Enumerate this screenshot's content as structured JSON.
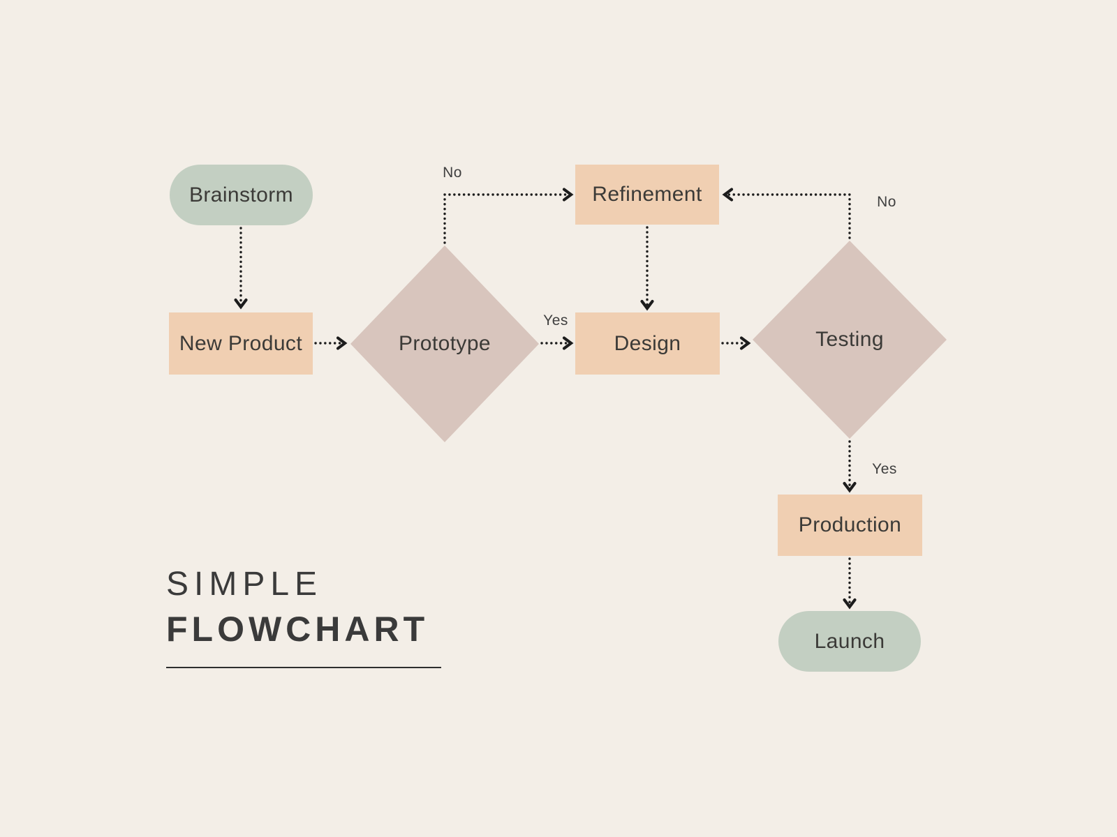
{
  "title": {
    "line1": "SIMPLE",
    "line2": "FLOWCHART"
  },
  "nodes": [
    {
      "id": "brainstorm",
      "type": "terminator",
      "label": "Brainstorm"
    },
    {
      "id": "new-product",
      "type": "process",
      "label": "New Product"
    },
    {
      "id": "prototype",
      "type": "decision",
      "label": "Prototype"
    },
    {
      "id": "refinement",
      "type": "process",
      "label": "Refinement"
    },
    {
      "id": "design",
      "type": "process",
      "label": "Design"
    },
    {
      "id": "testing",
      "type": "decision",
      "label": "Testing"
    },
    {
      "id": "production",
      "type": "process",
      "label": "Production"
    },
    {
      "id": "launch",
      "type": "terminator",
      "label": "Launch"
    }
  ],
  "edges": [
    {
      "from": "brainstorm",
      "to": "new-product",
      "label": ""
    },
    {
      "from": "new-product",
      "to": "prototype",
      "label": ""
    },
    {
      "from": "prototype",
      "to": "refinement",
      "label": "No"
    },
    {
      "from": "prototype",
      "to": "design",
      "label": "Yes"
    },
    {
      "from": "refinement",
      "to": "design",
      "label": ""
    },
    {
      "from": "design",
      "to": "testing",
      "label": ""
    },
    {
      "from": "testing",
      "to": "refinement",
      "label": "No"
    },
    {
      "from": "testing",
      "to": "production",
      "label": "Yes"
    },
    {
      "from": "production",
      "to": "launch",
      "label": ""
    }
  ],
  "colors": {
    "background": "#f3eee7",
    "terminator": "#c3cfc2",
    "process": "#f0cfb2",
    "decision": "#d8c5bd",
    "node_text": "#3b3a37",
    "edge": "#1c1c1c",
    "label_text": "#3f3f3f",
    "title_text": "#3a3a3a"
  }
}
